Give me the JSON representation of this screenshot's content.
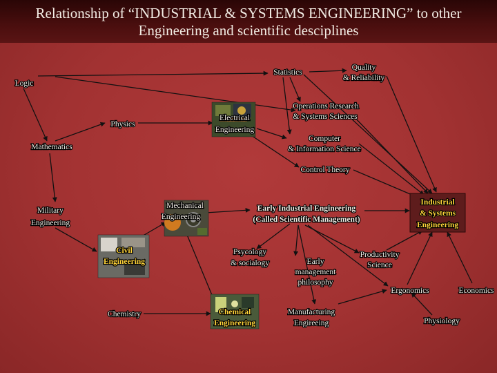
{
  "title": {
    "line1": "Relationship of “INDUSTRIAL & SYSTEMS ENGINEERING” to other",
    "line2": "Engineering and scientific desciplines"
  },
  "nodes": {
    "logic": [
      "Logic"
    ],
    "statistics": [
      "Statistics"
    ],
    "quality": [
      "Quality",
      "& Reliability"
    ],
    "operations_research": [
      "Operations Research",
      "& Systems Sciences"
    ],
    "physics": [
      "Physics"
    ],
    "electrical": [
      "Electrical",
      "Engineering"
    ],
    "mathematics": [
      "Mathematics"
    ],
    "computer": [
      "Computer",
      "& Information Science"
    ],
    "control_theory": [
      "Control Theory"
    ],
    "military": [
      "Military",
      "Engineering"
    ],
    "mechanical": [
      "Mechanical",
      "Engineering"
    ],
    "early_ie": [
      "Early Industrial Engineering",
      "(Called Scientific Management)"
    ],
    "ise": [
      "Industrial",
      "& Systems",
      "Engineering"
    ],
    "psychology": [
      "Psycology",
      "& socialogy"
    ],
    "productivity": [
      "Productivity",
      "Science"
    ],
    "civil": [
      "Civil",
      "Engineering"
    ],
    "early_mgmt": [
      "Early",
      "management",
      "philosophy"
    ],
    "ergonomics": [
      "Ergonomics"
    ],
    "economics": [
      "Economics"
    ],
    "chemistry": [
      "Chemistry"
    ],
    "chemical": [
      "Chemical",
      "Engineering"
    ],
    "manufacturing": [
      "Manufacturing",
      "Engireeing"
    ],
    "physiology": [
      "Physiology"
    ]
  },
  "colors": {
    "background": "#a23232",
    "title_bar": "#3a0a0a",
    "text": "#f2ece4",
    "highlight": "#ffd43a",
    "arrow": "#111111"
  }
}
